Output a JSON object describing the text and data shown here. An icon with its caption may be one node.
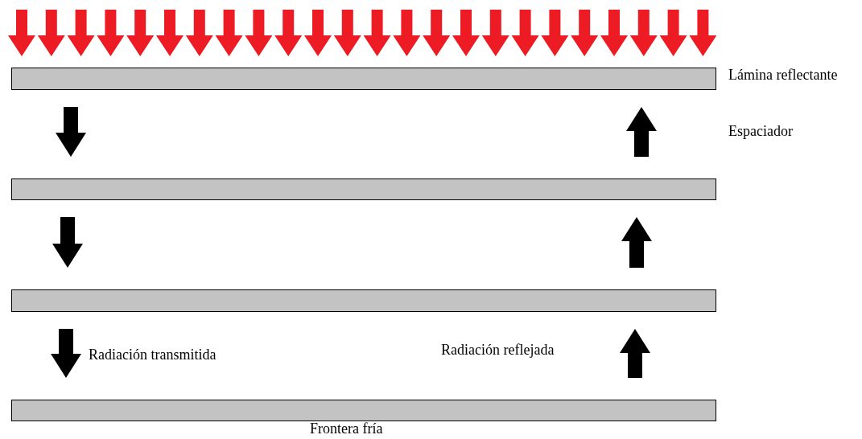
{
  "diagram": {
    "nodes": [
      {
        "text": [],
        "shape": "bar",
        "beside": [
          "Lámina reflectante"
        ]
      },
      {
        "text": [],
        "shape": "bar"
      },
      {
        "text": [],
        "shape": "bar"
      },
      {
        "text": [],
        "shape": "bar",
        "beside": [
          "Frontera fría"
        ]
      }
    ],
    "edges": [
      {
        "from": 0,
        "to": 1,
        "arrow": "to"
      },
      {
        "from": 1,
        "to": 2,
        "arrow": "to"
      },
      {
        "from": 2,
        "to": 3,
        "arrow": "to"
      },
      {
        "from": 1,
        "to": 0,
        "arrow": "to"
      },
      {
        "from": 2,
        "to": 1,
        "arrow": "to"
      },
      {
        "from": 3,
        "to": 2,
        "arrow": "to"
      }
    ],
    "labels": [
      "Espaciador",
      "Radiación transmitida",
      "Radiación reflejada"
    ]
  }
}
